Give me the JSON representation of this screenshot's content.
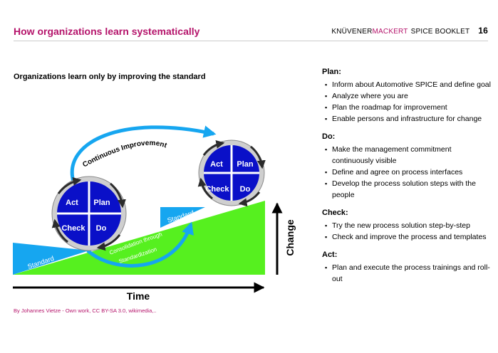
{
  "header": {
    "title": "How organizations learn systematically",
    "brand_part1": "KNÜVENER",
    "brand_part2": "MACKERT",
    "brand_part3": "SPICE BOOKLET",
    "page_number": "16"
  },
  "subtitle": "Organizations learn only by improving the standard",
  "diagram": {
    "cycle_labels": {
      "act": "Act",
      "plan": "Plan",
      "check": "Check",
      "do": "Do"
    },
    "standard_label": "Standard",
    "continuous_improvement": "Continuous Improvement",
    "consolidation_line1": "Consolidation through",
    "consolidation_line2": "Standardization",
    "time_label": "Time",
    "change_label": "Change",
    "colors": {
      "wheel": "#0a10c8",
      "green": "#56f01f",
      "cyan": "#16a6f0",
      "dark": "#2b2b2b"
    }
  },
  "credit": "By Johannes Vietze - Own work, CC BY-SA 3.0, wikimedia,..",
  "sections": [
    {
      "heading": "Plan:",
      "items": [
        "Inform about Automotive SPICE and define goal",
        "Analyze where you are",
        "Plan the roadmap for improvement",
        "Enable persons and infrastructure for change"
      ]
    },
    {
      "heading": "Do:",
      "items": [
        "Make the management commitment continuously visible",
        "Define and agree on process interfaces",
        "Develop the process solution steps with the people"
      ]
    },
    {
      "heading": "Check:",
      "items": [
        "Try the new process solution step-by-step",
        "Check and improve the process and templates"
      ]
    },
    {
      "heading": "Act:",
      "items": [
        "Plan and execute the process trainings and roll-out"
      ]
    }
  ]
}
